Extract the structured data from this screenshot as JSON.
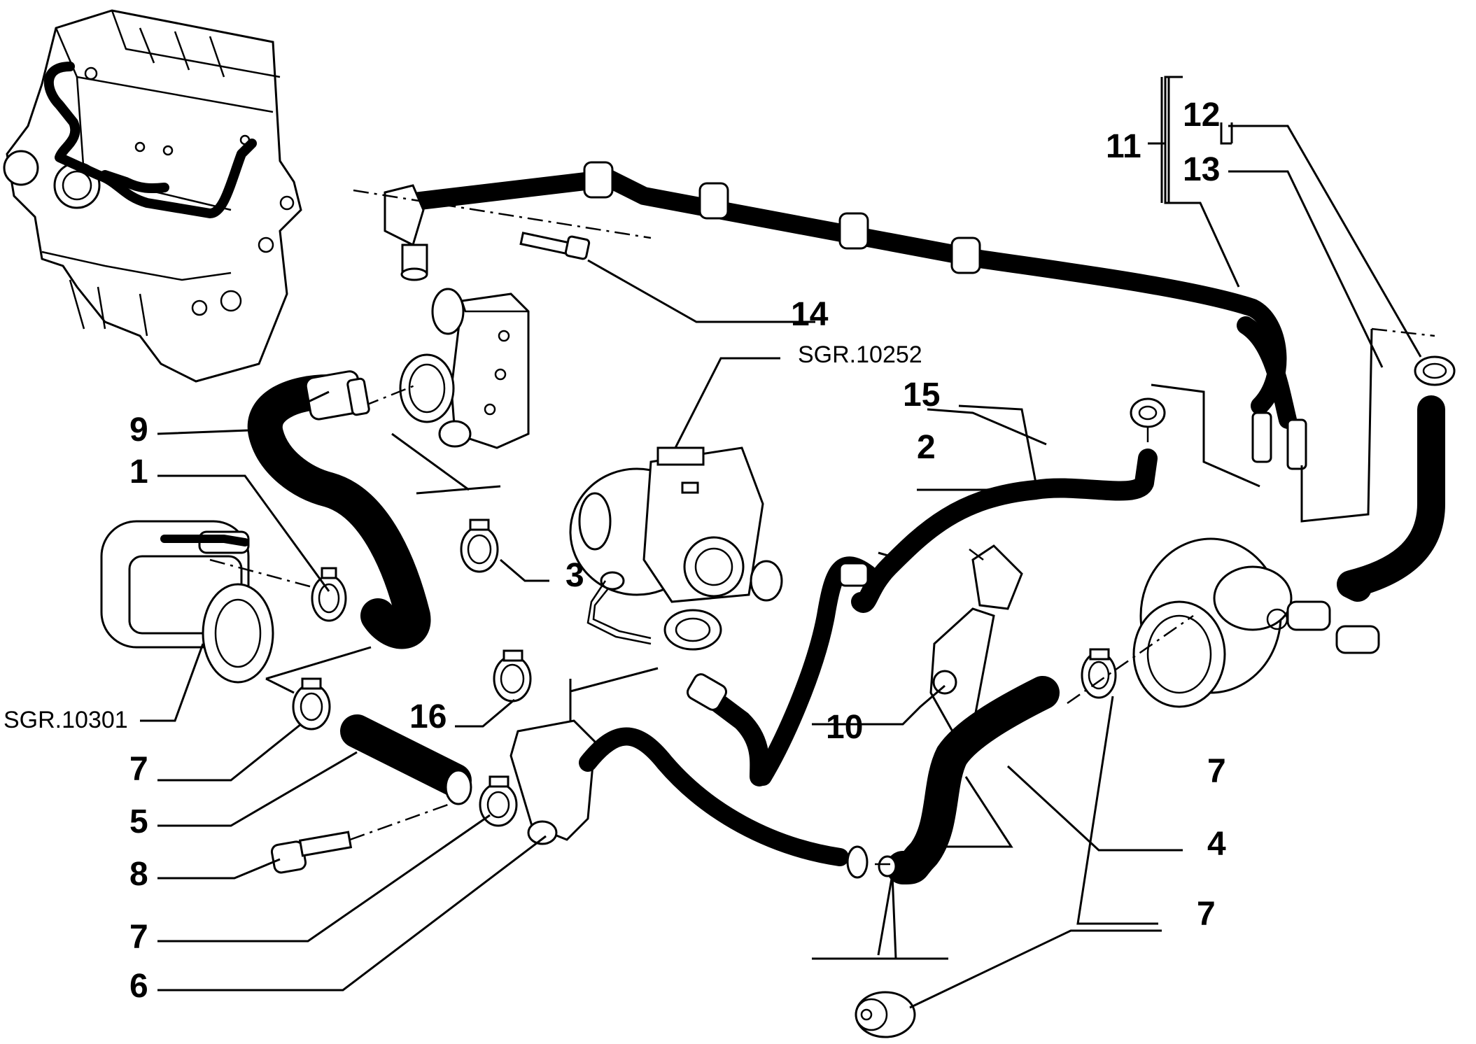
{
  "callouts": {
    "c1": "1",
    "c2": "2",
    "c3": "3",
    "c4": "4",
    "c5": "5",
    "c6": "6",
    "c7a": "7",
    "c7b": "7",
    "c7c": "7",
    "c7d": "7",
    "c8": "8",
    "c9": "9",
    "c10": "10",
    "c11": "11",
    "c12": "12",
    "c13": "13",
    "c14": "14",
    "c15": "15",
    "c16": "16"
  },
  "references": {
    "turbo": "SGR.10252",
    "oil_filter_housing": "SGR.10301"
  }
}
